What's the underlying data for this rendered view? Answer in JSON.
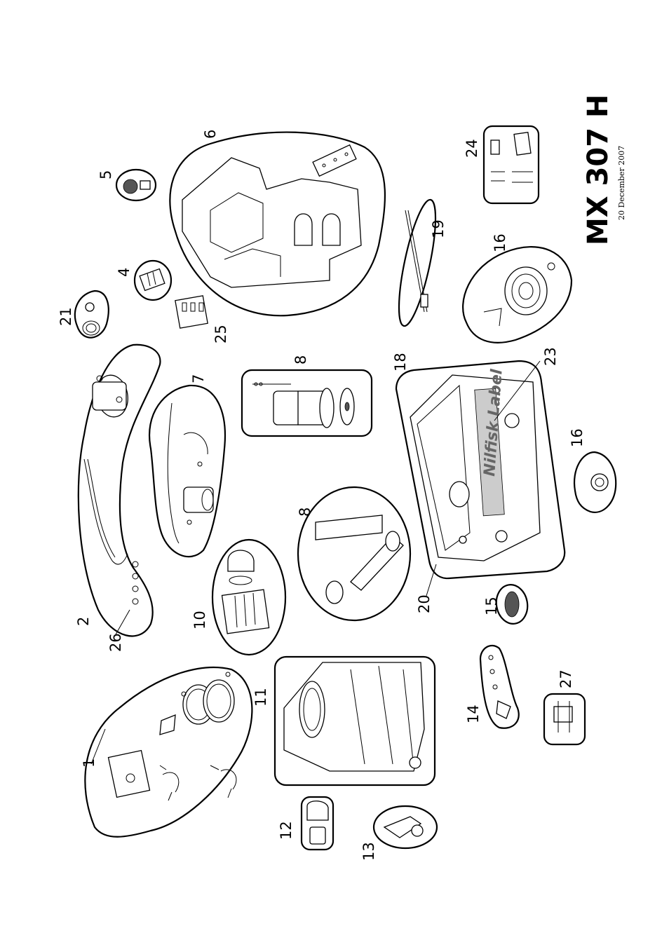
{
  "title": "MX 307 H",
  "date": "20 December 2007",
  "brand_label": "Nilfisk Label",
  "callouts": {
    "c1": "1",
    "c2": "2",
    "c4": "4",
    "c5": "5",
    "c6": "6",
    "c7": "7",
    "c8a": "8",
    "c8b": "8",
    "c10": "10",
    "c11": "11",
    "c12": "12",
    "c13": "13",
    "c14": "14",
    "c15": "15",
    "c16a": "16",
    "c16b": "16",
    "c18": "18",
    "c19": "19",
    "c20": "20",
    "c21": "21",
    "c23": "23",
    "c24": "24",
    "c25": "25",
    "c26": "26",
    "c27": "27"
  }
}
